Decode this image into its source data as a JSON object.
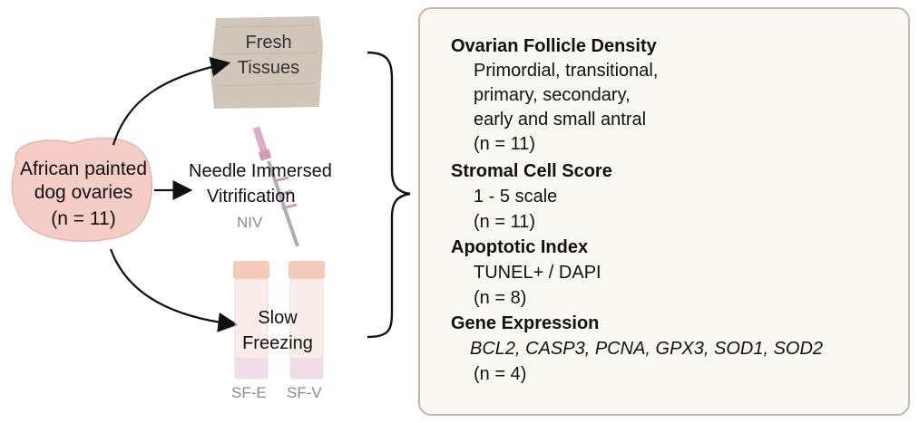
{
  "source": {
    "label_line1": "African painted",
    "label_line2": "dog ovaries",
    "label_line3": "(n = 11)"
  },
  "branches": {
    "fresh": {
      "line1": "Fresh",
      "line2": "Tissues"
    },
    "niv": {
      "line1": "Needle Immersed",
      "line2": "Vitrification",
      "abbr": "NIV"
    },
    "slow": {
      "line1": "Slow",
      "line2": "Freezing",
      "tube1": "SF-E",
      "tube2": "SF-V"
    }
  },
  "outcomes": {
    "follicle": {
      "heading": "Ovarian Follicle Density",
      "line1": "Primordial, transitional,",
      "line2": "primary, secondary,",
      "line3": "early and small antral",
      "n": "(n = 11)"
    },
    "stromal": {
      "heading": "Stromal Cell Score",
      "line1": "1 - 5 scale",
      "n": "(n = 11)"
    },
    "apoptotic": {
      "heading": "Apoptotic Index",
      "line1": "TUNEL+ / DAPI",
      "n": "(n = 8)"
    },
    "gene": {
      "heading": "Gene Expression",
      "genes": "BCL2, CASP3, PCNA, GPX3, SOD1, SOD2",
      "n": "(n = 4)"
    }
  },
  "colors": {
    "panel_border": "#c9b8a6",
    "ovary_fill": "#f3c9c4",
    "tissue_fill": "#cfc3b6",
    "he_stain": "#d9a0b0",
    "dapi_blue": "#1530c8"
  }
}
